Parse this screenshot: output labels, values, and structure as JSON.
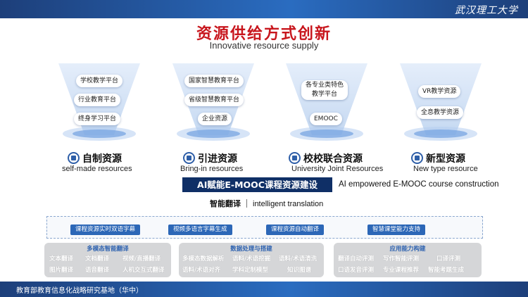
{
  "header": {
    "logo_text": "武汉理工大学"
  },
  "title": "资源供给方式创新",
  "subtitle": "Innovative resource supply",
  "resources": [
    {
      "name": "自制资源",
      "en": "self-made resources",
      "items": [
        "学校教学平台",
        "行业教育平台",
        "终身学习平台"
      ]
    },
    {
      "name": "引进资源",
      "en": "Bring-in resources",
      "items": [
        "国家智慧教育平台",
        "省级智慧教育平台",
        "企业资源"
      ]
    },
    {
      "name": "校校联合资源",
      "en": "University Joint Resources",
      "items": [
        "各专业类特色\n教学平台",
        "EMOOC"
      ]
    },
    {
      "name": "新型资源",
      "en": "New type resource",
      "items": [
        "VR教学资源",
        "全息教学资源"
      ]
    }
  ],
  "ai": {
    "zh": "AI赋能E-MOOC课程资源建设",
    "en": "AI empowered E-MOOC course construction"
  },
  "translation": {
    "zh": "智能翻译",
    "en": "intelligent translation"
  },
  "services": [
    "课程资源实时双语字幕",
    "视频多语言字幕生成",
    "课程资源自动翻译",
    "智慧课堂能力支持"
  ],
  "capabilities": [
    {
      "title": "多模态智能翻译",
      "items": [
        "文本翻译",
        "文档翻译",
        "视频/直播翻译",
        "图片翻译",
        "语音翻译",
        "人机交互式翻译"
      ]
    },
    {
      "title": "数据处理与搭建",
      "items": [
        "多模态数据解析",
        "语料/术语挖掘",
        "语料/术语清洗",
        "语料/术语对齐",
        "学科定制模型",
        "知识图谱"
      ]
    },
    {
      "title": "应用能力构建",
      "items": [
        "翻译自动评测",
        "写作智能评测",
        "口译评测",
        "口语发音评测",
        "专业课程推荐",
        "智能考题生成"
      ]
    }
  ],
  "footer": "教育部教育信息化战略研究基地（华中）"
}
